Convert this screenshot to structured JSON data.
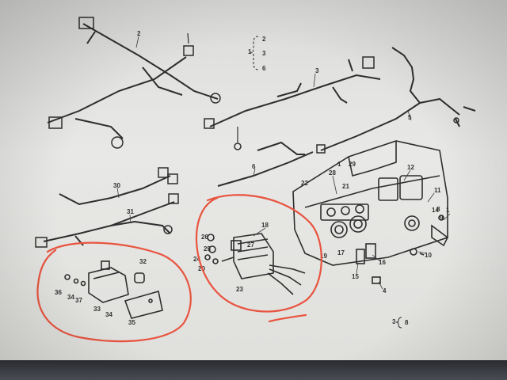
{
  "callouts": {
    "n1": "1",
    "n2": "2",
    "n3": "3",
    "n4": "4",
    "n5": "5",
    "n6": "6",
    "n8": "8",
    "n9": "9",
    "n10": "10",
    "n11": "11",
    "n12": "12",
    "n14": "14",
    "n15": "15",
    "n16": "16",
    "n17": "17",
    "n18": "18",
    "n19": "19",
    "n20": "20",
    "n21": "21",
    "n22": "22",
    "n23": "23",
    "n24": "24",
    "n25": "25",
    "n26": "26",
    "n27": "27",
    "n28": "28",
    "n29": "29",
    "n30": "30",
    "n31": "31",
    "n32": "32",
    "n33": "33",
    "n34": "34",
    "n35": "35",
    "n36": "36",
    "n37": "37"
  },
  "index_group_1": {
    "lead": "1",
    "items": [
      "2",
      "3",
      "6"
    ]
  },
  "index_group_2": {
    "lead": "3",
    "items": [
      "8"
    ]
  },
  "colors": {
    "markup": "#e8543f",
    "ink": "#2e2e2e",
    "paper": "#e6e6e3"
  }
}
